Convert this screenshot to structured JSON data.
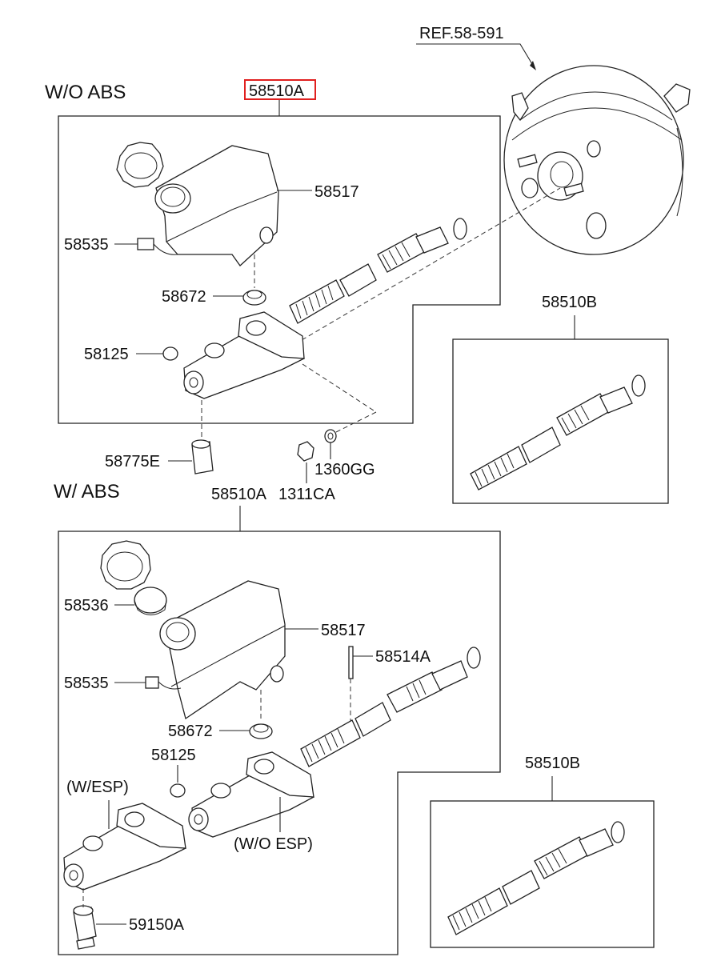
{
  "sections": {
    "wo_abs": "W/O ABS",
    "w_abs": "W/ ABS"
  },
  "labels": {
    "ref": "REF.58-591",
    "top_assembly": "58510A",
    "top_reservoir": "58517",
    "top_sensor": "58535",
    "top_grommet": "58672",
    "top_plug": "58125",
    "top_fitting": "58775E",
    "top_washer": "1360GG",
    "top_nut": "1311CA",
    "top_kit": "58510B",
    "bottom_assembly": "58510A",
    "bottom_cap_seal": "58536",
    "bottom_reservoir": "58517",
    "bottom_pin": "58514A",
    "bottom_sensor": "58535",
    "bottom_grommet": "58672",
    "bottom_plug": "58125",
    "with_esp": "(W/ESP)",
    "without_esp": "(W/O ESP)",
    "bottom_switch": "59150A",
    "bottom_kit": "58510B"
  },
  "colors": {
    "highlight_box": "#e0201f",
    "line": "#222222"
  }
}
